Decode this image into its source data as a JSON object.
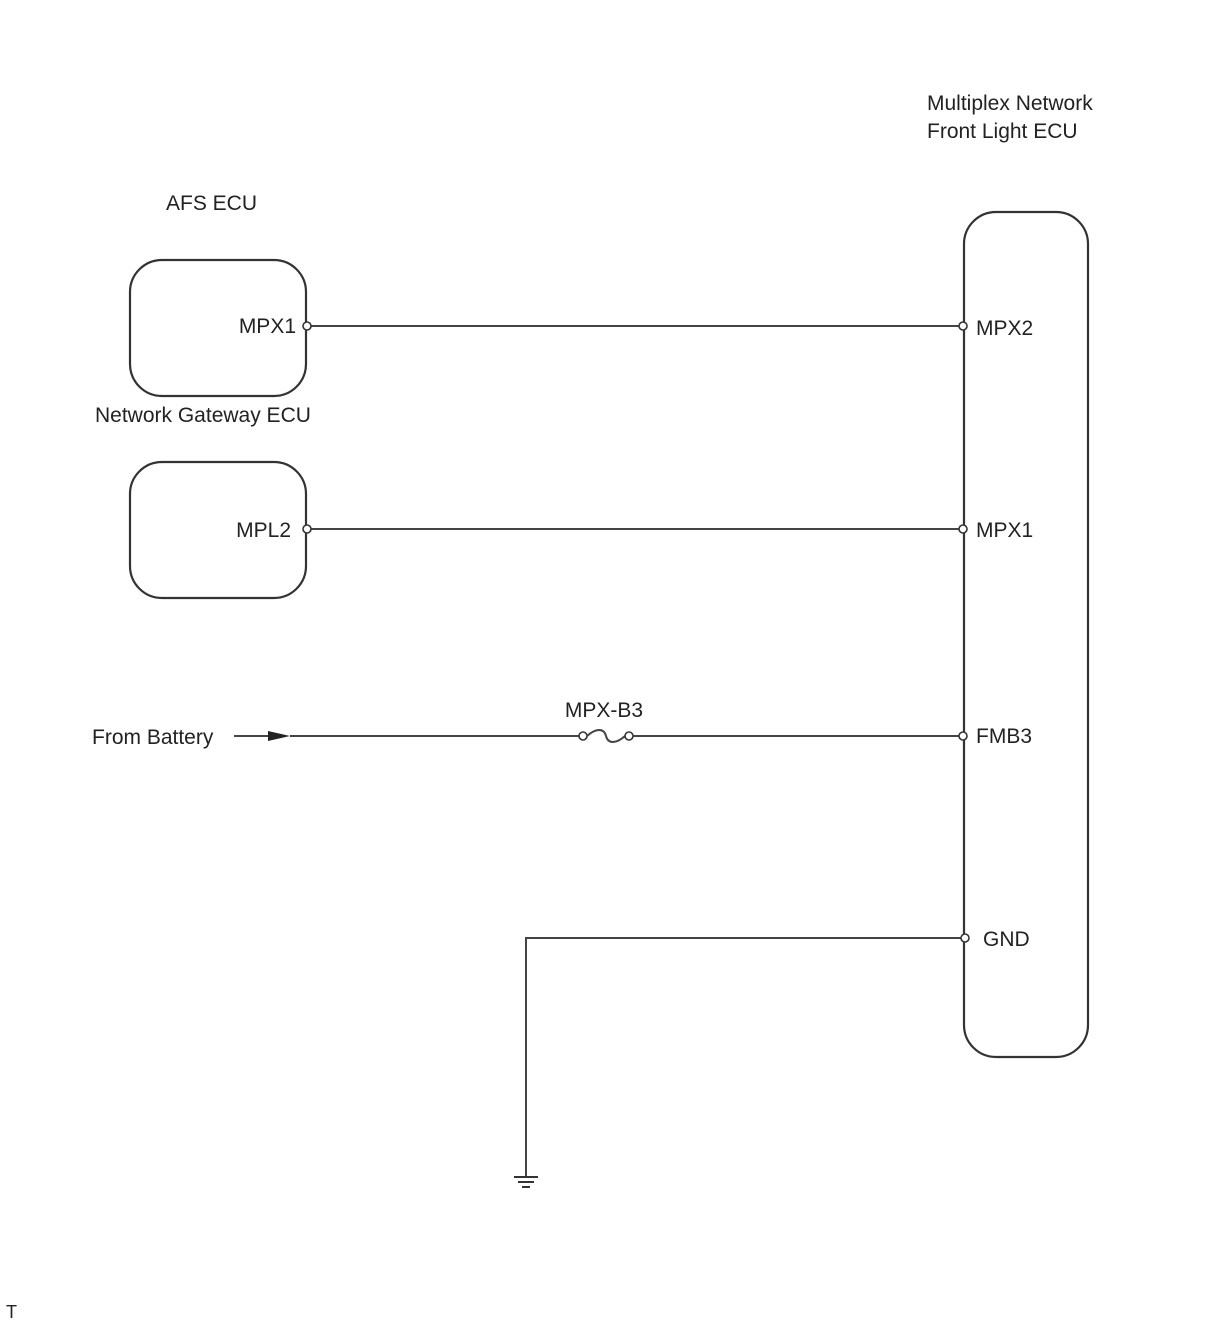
{
  "components": {
    "afs_ecu": {
      "title": "AFS ECU",
      "pin": "MPX1"
    },
    "gateway_ecu": {
      "title": "Network Gateway ECU",
      "pin": "MPL2"
    },
    "front_light_ecu": {
      "title_line1": "Multiplex Network",
      "title_line2": "Front Light ECU",
      "pins": [
        "MPX2",
        "MPX1",
        "FMB3",
        "GND"
      ]
    }
  },
  "power": {
    "source_label": "From Battery",
    "fuse_label": "MPX-B3"
  },
  "corner_mark": "T"
}
